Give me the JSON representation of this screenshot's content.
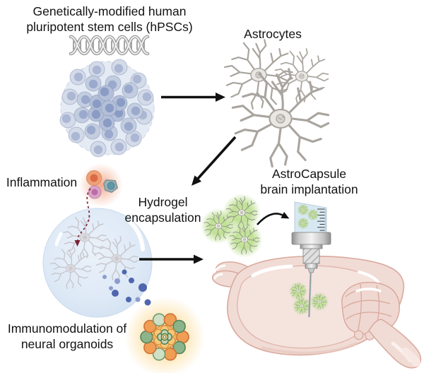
{
  "labels": {
    "hpsc_line1": "Genetically-modified human",
    "hpsc_line2": "pluripotent stem cells (hPSCs)",
    "astrocytes": "Astrocytes",
    "inflammation": "Inflammation",
    "hydrogel_line1": "Hydrogel",
    "hydrogel_line2": "encapsulation",
    "astrocapsule_line1": "AstroCapsule",
    "astrocapsule_line2": "brain implantation",
    "immunomodulation_line1": "Immunomodulation of",
    "immunomodulation_line2": "neural organoids"
  },
  "colors": {
    "background": "#ffffff",
    "text": "#121212",
    "arrow_black": "#111111",
    "inflammation_arrow_red": "#7c2334",
    "hydrogel_blue": "#dbe7f5",
    "capsule_green": "#bfe093",
    "secreted_factor_blue": "#4f66ae",
    "organoid_orange": "#f4bc62",
    "organoid_green": "#8cb48a",
    "brain_pink": "#f1dbd5",
    "brain_outline": "#d9a99d",
    "astrocyte_gray": "#a9a49e",
    "hpsc_cell_blue": "#b3bfd8",
    "syringe_barrel_blue": "#d8e8f4",
    "immune_cell_orange": "#eda177",
    "immune_cell_pink": "#d9a3c6",
    "immune_cell_teal": "#5f98a8",
    "dna_gray": "#9b9b9b"
  }
}
